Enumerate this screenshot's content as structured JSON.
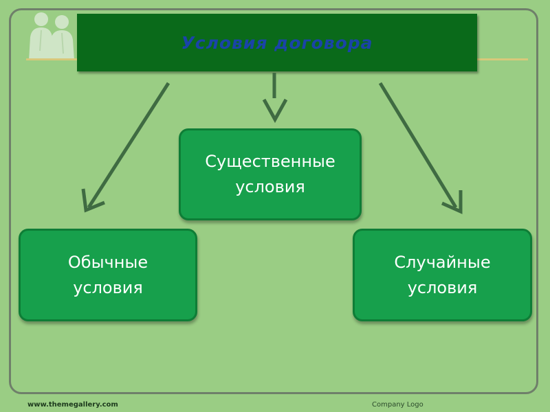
{
  "title": "Условия договора",
  "nodes": {
    "center": {
      "line1": "Существенные",
      "line2": "условия"
    },
    "left": {
      "line1": "Обычные",
      "line2": "условия"
    },
    "right": {
      "line1": "Случайные",
      "line2": "условия"
    }
  },
  "footer": {
    "website": "www.themegallery.com",
    "company_logo": "Company Logo"
  },
  "colors": {
    "background": "#9acd84",
    "title_bar": "#0a6a1a",
    "title_text": "#1a44a8",
    "node_fill": "#17a04c",
    "arrow": "#3f6b42"
  },
  "icons": {
    "watermark": "people-silhouette-icon"
  }
}
